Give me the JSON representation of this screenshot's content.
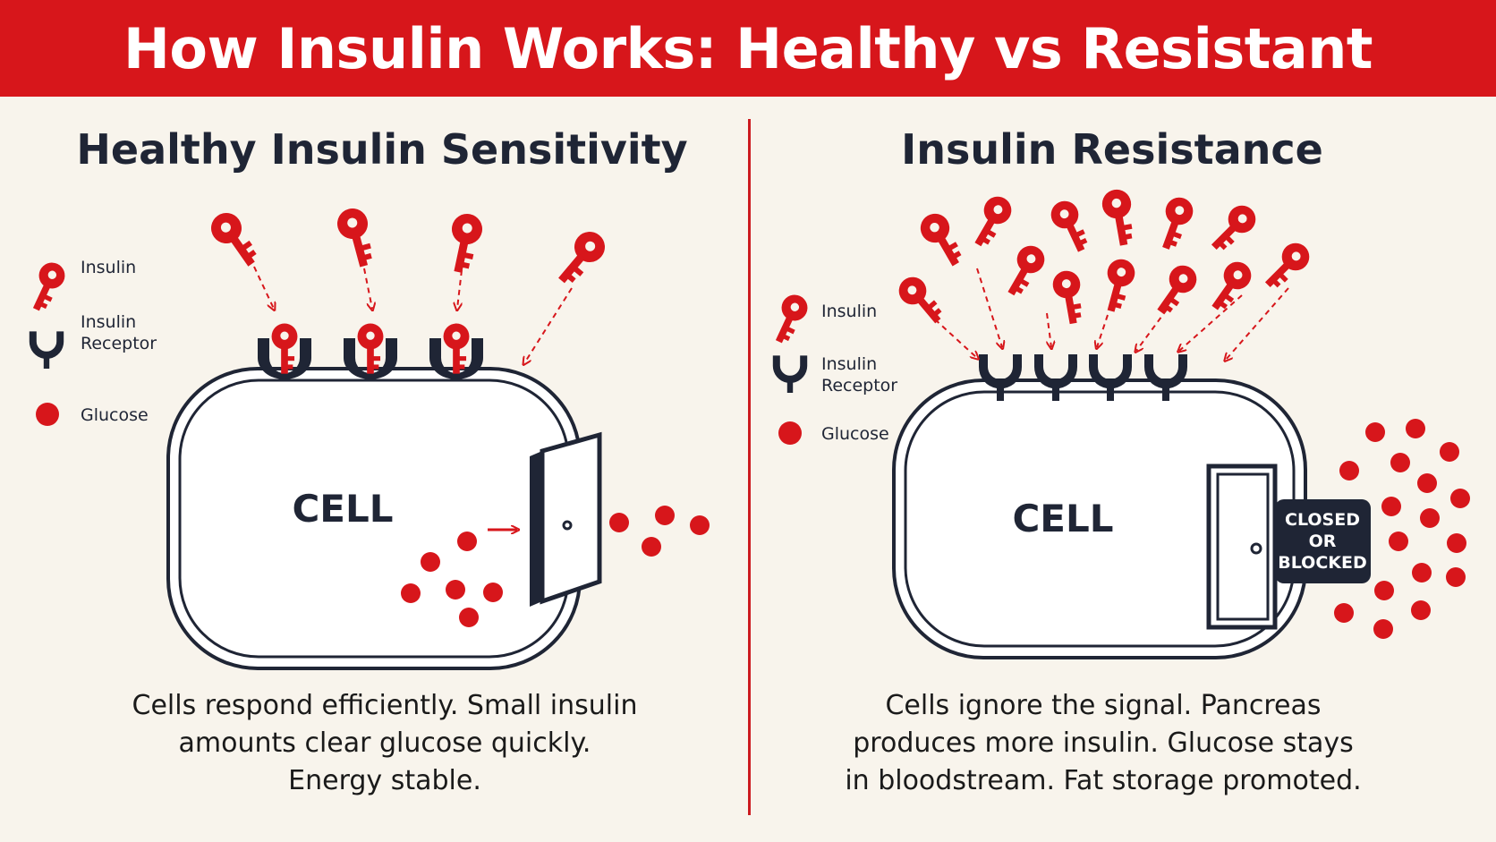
{
  "title": "How Insulin Works: Healthy vs Resistant",
  "left": {
    "heading": "Healthy Insulin Sensitivity",
    "legend": {
      "insulin": "Insulin",
      "receptor_line1": "Insulin",
      "receptor_line2": "Receptor",
      "glucose": "Glucose"
    },
    "cell_label": "CELL",
    "caption_lines": [
      "Cells respond efficiently. Small insulin",
      "amounts clear glucose quickly.",
      "Energy stable."
    ]
  },
  "right": {
    "heading": "Insulin Resistance",
    "legend": {
      "insulin": "Insulin",
      "receptor_line1": "Insulin",
      "receptor_line2": "Receptor",
      "glucose": "Glucose"
    },
    "cell_label": "CELL",
    "blocked_lines": [
      "CLOSED",
      "OR",
      "BLOCKED"
    ],
    "caption_lines": [
      "Cells ignore the signal. Pancreas",
      "produces more insulin. Glucose stays",
      "in bloodstream. Fat storage promoted."
    ]
  },
  "colors": {
    "accent": "#d7161b",
    "navy": "#1f2535",
    "background": "#f8f4ec"
  },
  "icons": [
    "key-icon",
    "receptor-icon",
    "glucose-dot-icon",
    "door-icon",
    "arrow-icon"
  ]
}
